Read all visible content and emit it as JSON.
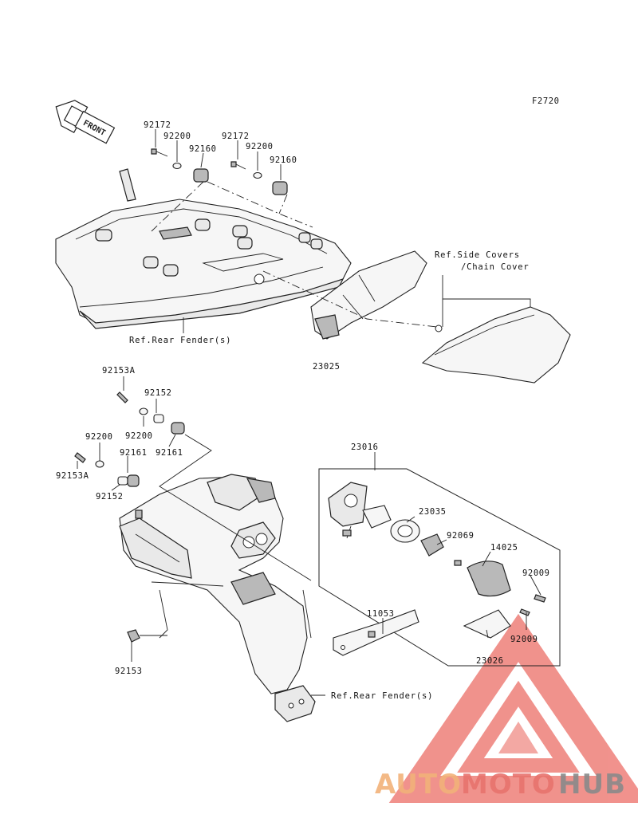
{
  "figure_code": "F2720",
  "front_arrow_label": "FRONT",
  "labels": {
    "p92172_left": "92172",
    "p92200_top_left": "92200",
    "p92160_left": "92160",
    "p92172_right": "92172",
    "p92200_top_right": "92200",
    "p92160_right": "92160",
    "p23025": "23025",
    "p92153A_top": "92153A",
    "p92152_top": "92152",
    "p92200_mid_left": "92200",
    "p92200_mid_right": "92200",
    "p92161_left": "92161",
    "p92161_right": "92161",
    "p92153A_bottom": "92153A",
    "p92152_bottom": "92152",
    "p23016": "23016",
    "p23035": "23035",
    "p92069": "92069",
    "p14025": "14025",
    "p92009_top": "92009",
    "p92009_bottom": "92009",
    "p11053": "11053",
    "p23026": "23026",
    "p92153": "92153"
  },
  "references": {
    "side_covers_line1": "Ref.Side Covers",
    "side_covers_line2": "/Chain Cover",
    "rear_fender_top": "Ref.Rear Fender(s)",
    "rear_fender_bottom": "Ref.Rear Fender(s)"
  },
  "watermark": {
    "part1": "AUTO",
    "part2": "MOTO",
    "part3": "HUB",
    "colors": {
      "auto": "#f2b27a",
      "moto": "#e8736e",
      "hub": "#8a8a8a",
      "triangle": "#ee7f79"
    }
  }
}
